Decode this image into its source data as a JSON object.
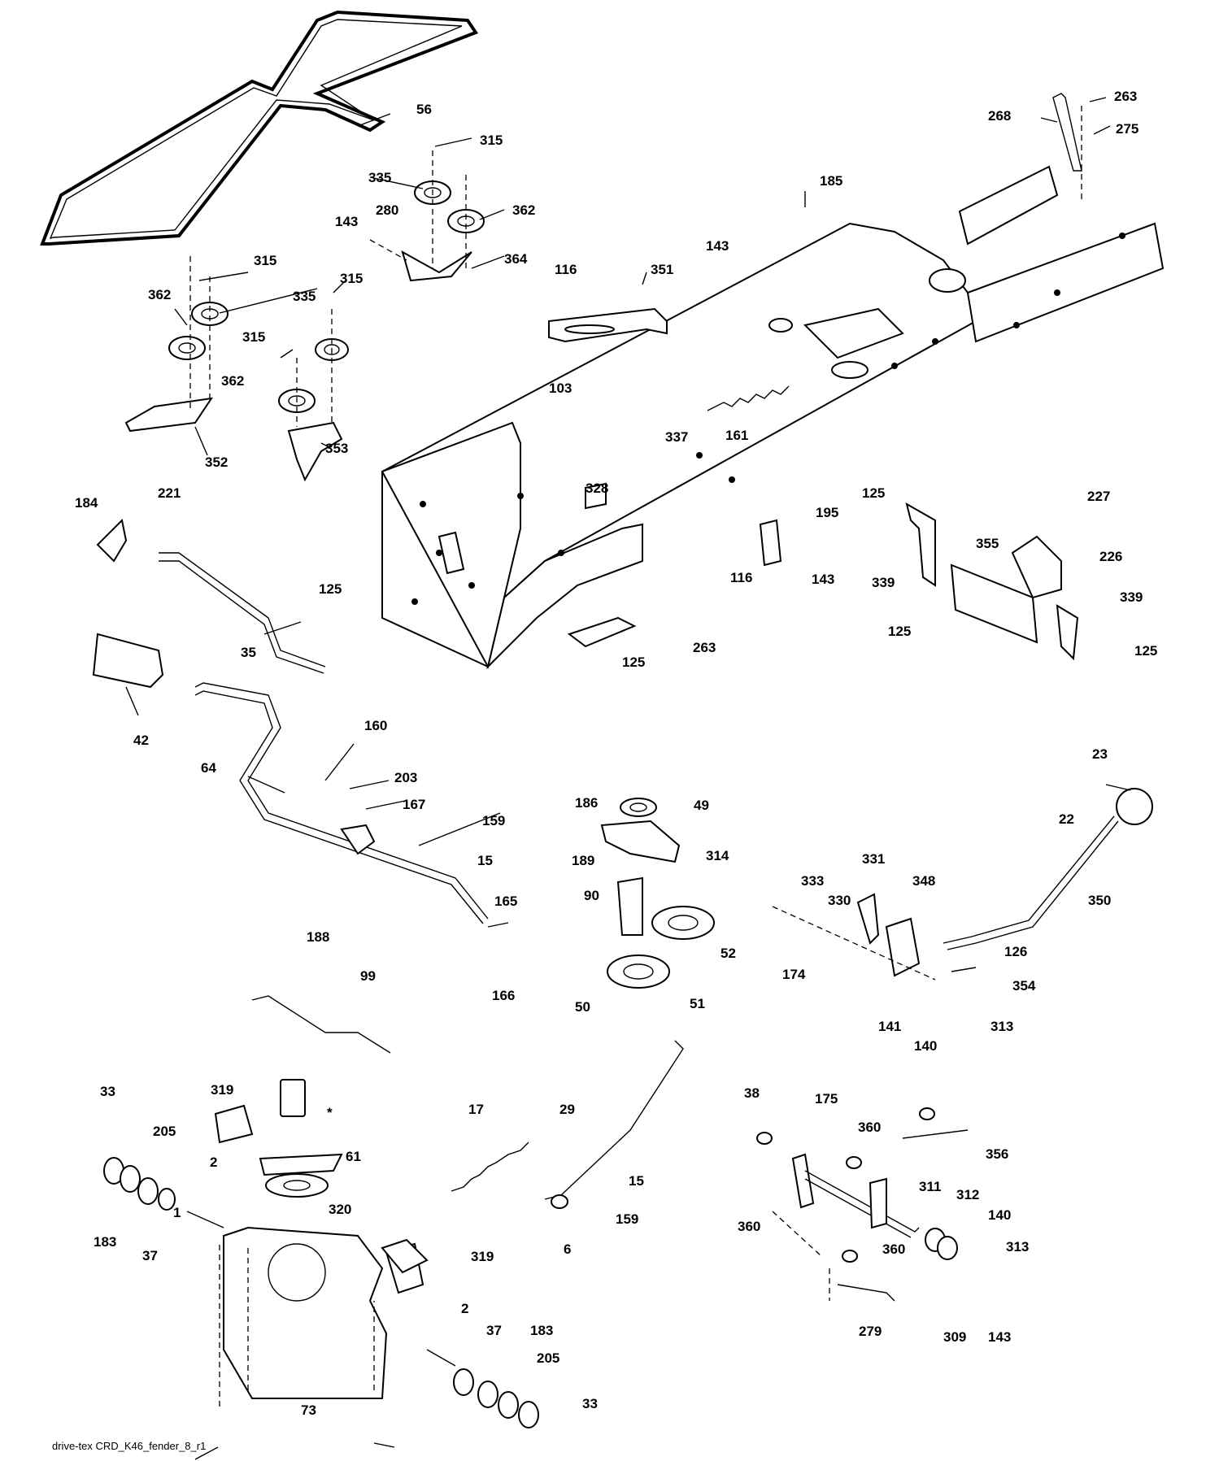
{
  "caption": "drive-tex CRD_K46_fender_8_r1",
  "callouts": {
    "c56": "56",
    "c315a": "315",
    "c335a": "335",
    "c280": "280",
    "c362a": "362",
    "c143a": "143",
    "c364": "364",
    "c268": "268",
    "c263a": "263",
    "c275": "275",
    "c185": "185",
    "c143b": "143",
    "c116a": "116",
    "c351": "351",
    "c103": "103",
    "c315b": "315",
    "c315c": "315",
    "c362b": "362",
    "c335b": "335",
    "c315d": "315",
    "c362c": "362",
    "c352": "352",
    "c353": "353",
    "c161": "161",
    "c337": "337",
    "c328": "328",
    "c184": "184",
    "c221": "221",
    "c125a": "125",
    "c195": "195",
    "c143c": "143",
    "c116b": "116",
    "c263b": "263",
    "c125b": "125",
    "c227": "227",
    "c125c": "125",
    "c355": "355",
    "c226": "226",
    "c339a": "339",
    "c339b": "339",
    "c125d": "125",
    "c125e": "125",
    "c35": "35",
    "c42": "42",
    "c160": "160",
    "c64": "64",
    "c203": "203",
    "c167": "167",
    "c159a": "159",
    "c15a": "15",
    "c188": "188",
    "c165": "165",
    "c166": "166",
    "c186": "186",
    "c49": "49",
    "c189": "189",
    "c314": "314",
    "c90": "90",
    "c52": "52",
    "c50": "50",
    "c51": "51",
    "c23": "23",
    "c22": "22",
    "c331": "331",
    "c333": "333",
    "c330": "330",
    "c348": "348",
    "c350": "350",
    "c126": "126",
    "c174": "174",
    "c354": "354",
    "c141": "141",
    "c140a": "140",
    "c313a": "313",
    "c99": "99",
    "c33a": "33",
    "c205a": "205",
    "c319a": "319",
    "c2a": "2",
    "c61": "61",
    "c183a": "183",
    "c37a": "37",
    "c320": "320",
    "c1": "1",
    "c319b": "319",
    "c2b": "2",
    "c37b": "37",
    "c183b": "183",
    "c205b": "205",
    "c33b": "33",
    "c73": "73",
    "c17": "17",
    "c29": "29",
    "c15b": "15",
    "c159b": "159",
    "c6": "6",
    "c38": "38",
    "c175": "175",
    "c360a": "360",
    "c356": "356",
    "c360b": "360",
    "c311": "311",
    "c312": "312",
    "c140b": "140",
    "c313b": "313",
    "c360c": "360",
    "c279": "279",
    "c309": "309",
    "c143d": "143",
    "cstar": "*"
  }
}
